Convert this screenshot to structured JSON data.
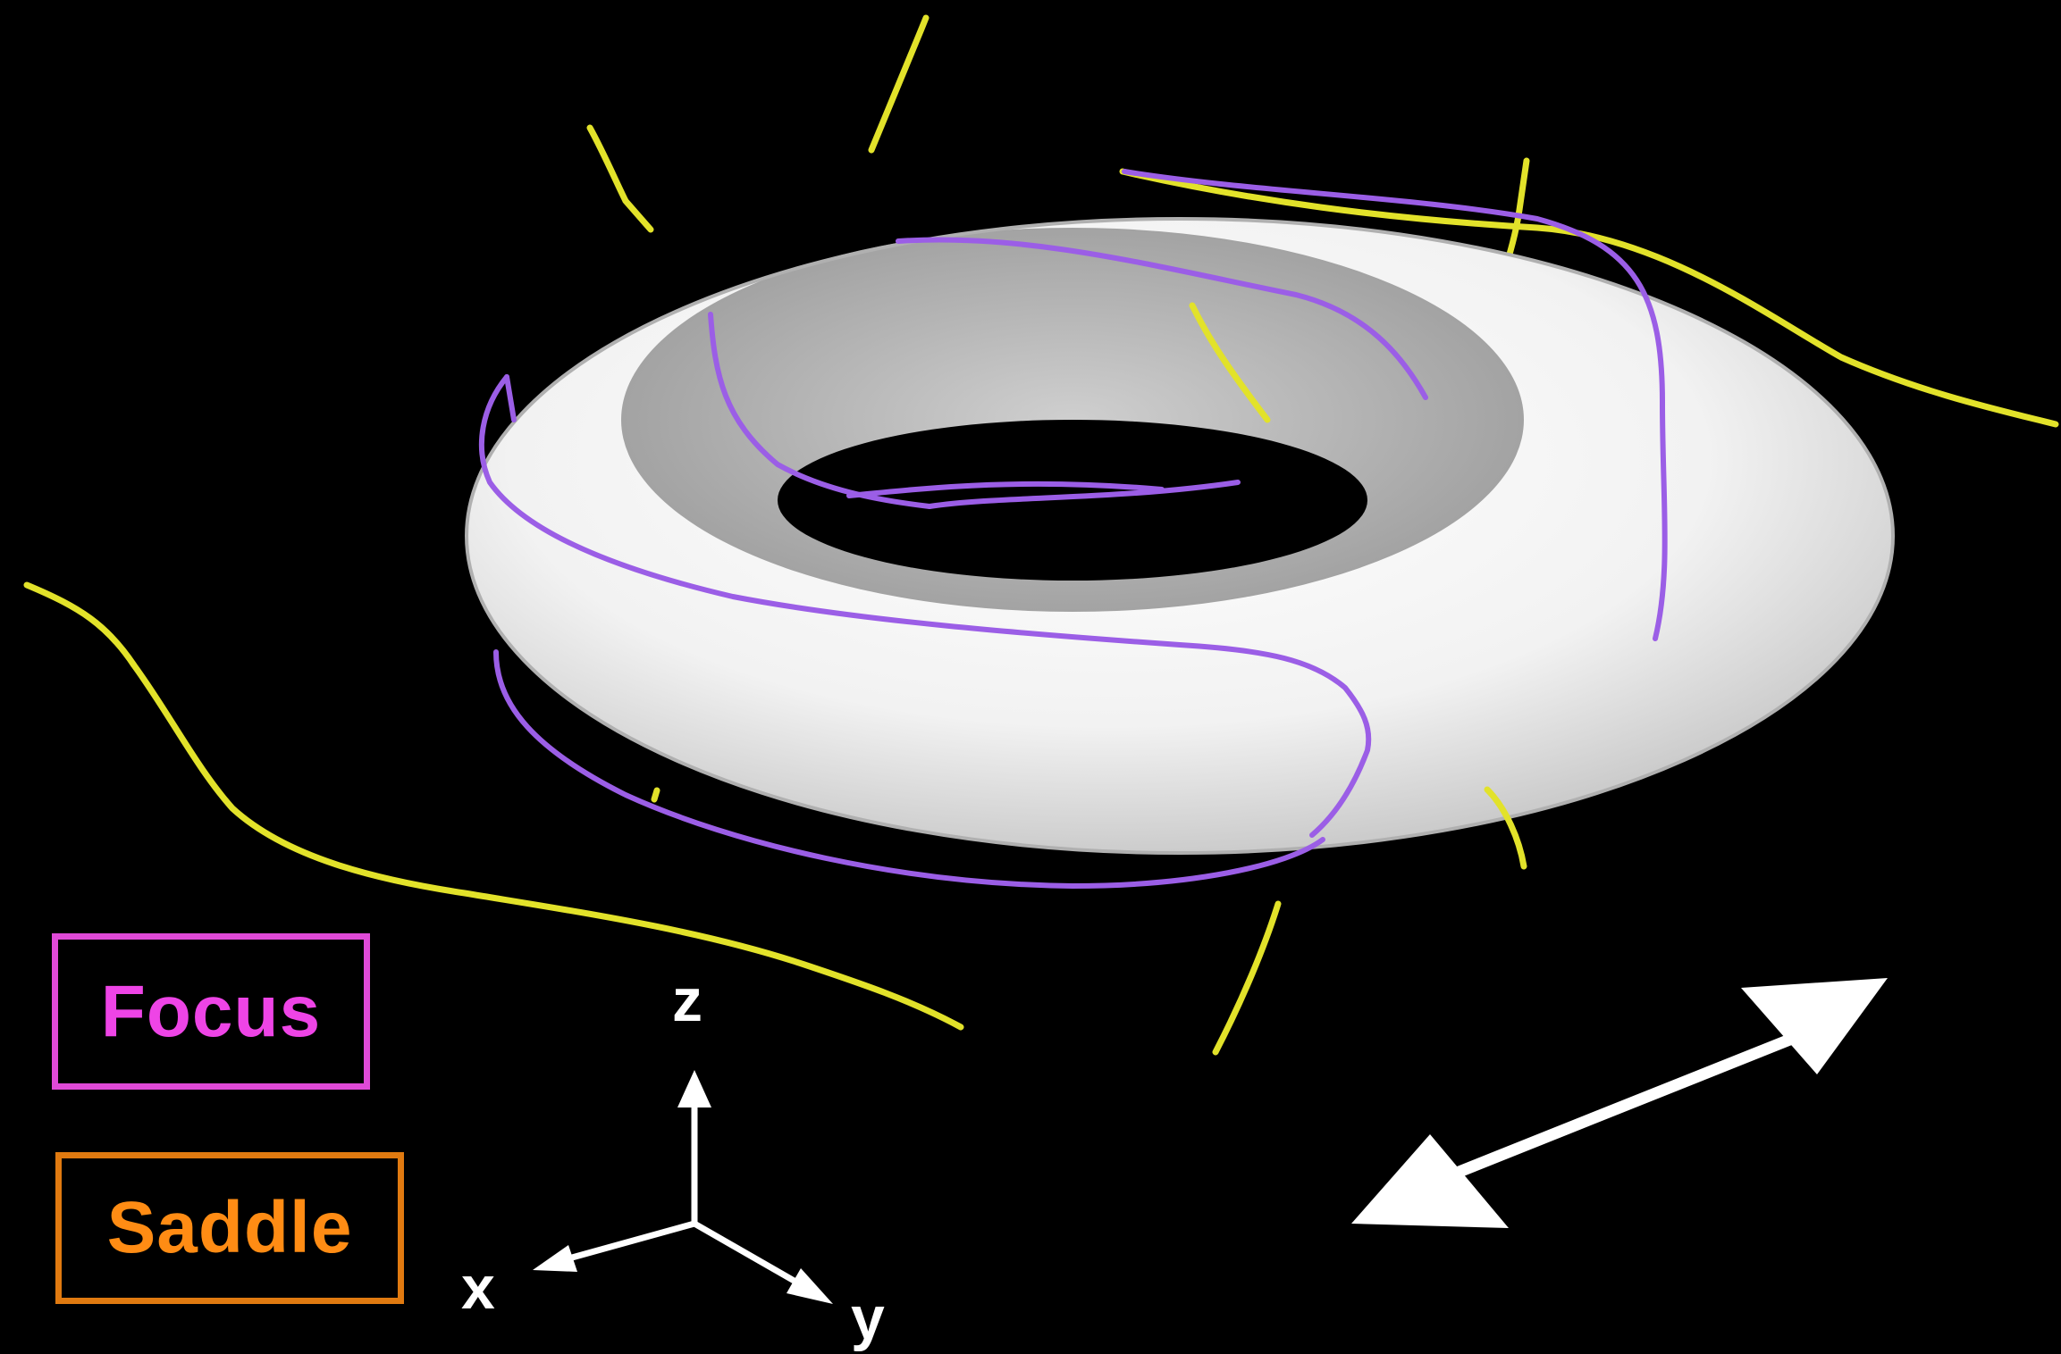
{
  "legend": {
    "focus_label": "Focus",
    "saddle_label": "Saddle"
  },
  "axes": {
    "z_label": "z",
    "x_label": "x",
    "y_label": "y"
  },
  "colors": {
    "background": "#000000",
    "torus": "#ffffff",
    "focus_curves": "#9b5ee6",
    "saddle_curves": "#e2e22a",
    "focus_legend": "#ee44e6",
    "saddle_legend": "#ff8c14",
    "axes_and_arrow": "#ffffff"
  },
  "icons": {
    "double_arrow": "double-headed-arrow",
    "axis_triad": "xyz-axis-triad"
  }
}
